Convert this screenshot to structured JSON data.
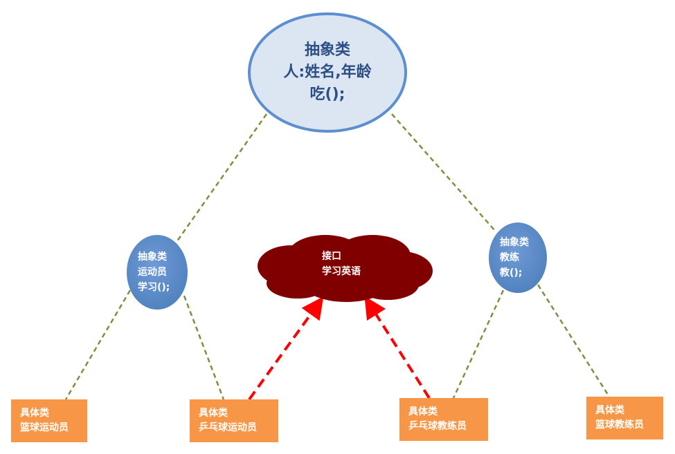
{
  "abstract_person": {
    "line1": "抽象类",
    "line2": "人:姓名,年龄",
    "line3": "吃();"
  },
  "abstract_athlete": {
    "line1": "抽象类",
    "line2": "运动员",
    "line3": "学习();"
  },
  "abstract_coach": {
    "line1": "抽象类",
    "line2": "教练",
    "line3": "教();"
  },
  "interface_english": {
    "line1": "接口",
    "line2": "学习英语"
  },
  "concrete_classes": [
    {
      "line1": "具体类",
      "line2": "篮球运动员"
    },
    {
      "line1": "具体类",
      "line2": "乒乓球运动员"
    },
    {
      "line1": "具体类",
      "line2": "乒乓球教练员"
    },
    {
      "line1": "具体类",
      "line2": "篮球教练员"
    }
  ],
  "colors": {
    "person_fill": "#dce6f2",
    "person_stroke": "#5b8fd0",
    "person_text": "#2c4f86",
    "mid_fill": "#4f81bd",
    "mid_fill_light": "#6f9ad8",
    "cloud_fill": "#800000",
    "concrete_fill": "#f79646",
    "connector": "#77933c",
    "arrow": "#ff0000"
  }
}
